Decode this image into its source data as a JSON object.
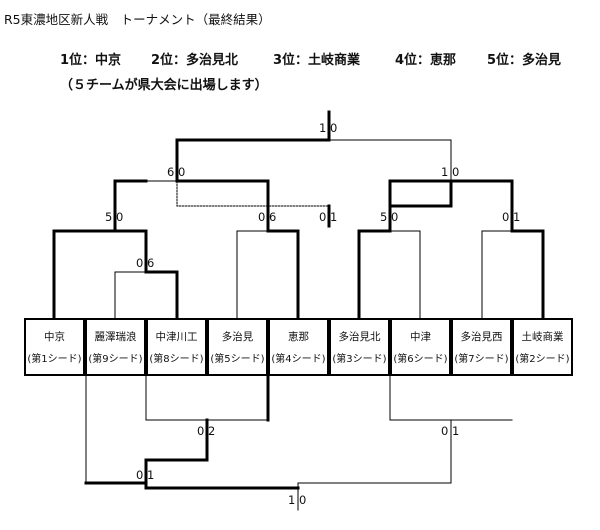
{
  "title": "R5東濃地区新人戦　トーナメント（最終結果）",
  "results": [
    "1位：中京",
    "2位：多治見北",
    "3位：土岐商業",
    "4位：恵那",
    "5位：多治見"
  ],
  "note": "（５チームが県大会に出場します）",
  "teams": [
    {
      "name": "中京",
      "seed": "(第1シード)"
    },
    {
      "name": "麗澤瑞浪",
      "seed": "(第9シード)"
    },
    {
      "name": "中津川工",
      "seed": "(第8シード)"
    },
    {
      "name": "多治見",
      "seed": "(第5シード)"
    },
    {
      "name": "恵那",
      "seed": "(第4シード)"
    },
    {
      "name": "多治見北",
      "seed": "(第3シード)"
    },
    {
      "name": "中津",
      "seed": "(第6シード)"
    },
    {
      "name": "多治見西",
      "seed": "(第7シード)"
    },
    {
      "name": "土岐商業",
      "seed": "(第2シード)"
    }
  ],
  "scores": {
    "final": "1 0",
    "semi_left": "6 0",
    "semi_right": "1 0",
    "qf1": "5 0",
    "qf2": "0 6",
    "qf3": "5 0",
    "qf4": "0 1",
    "r1": "0 6",
    "third_place": "0 1",
    "bottom_left": "0 2",
    "bottom_right": "0 1",
    "bottom_mid": "0 1",
    "bottom_final": "1 0"
  }
}
